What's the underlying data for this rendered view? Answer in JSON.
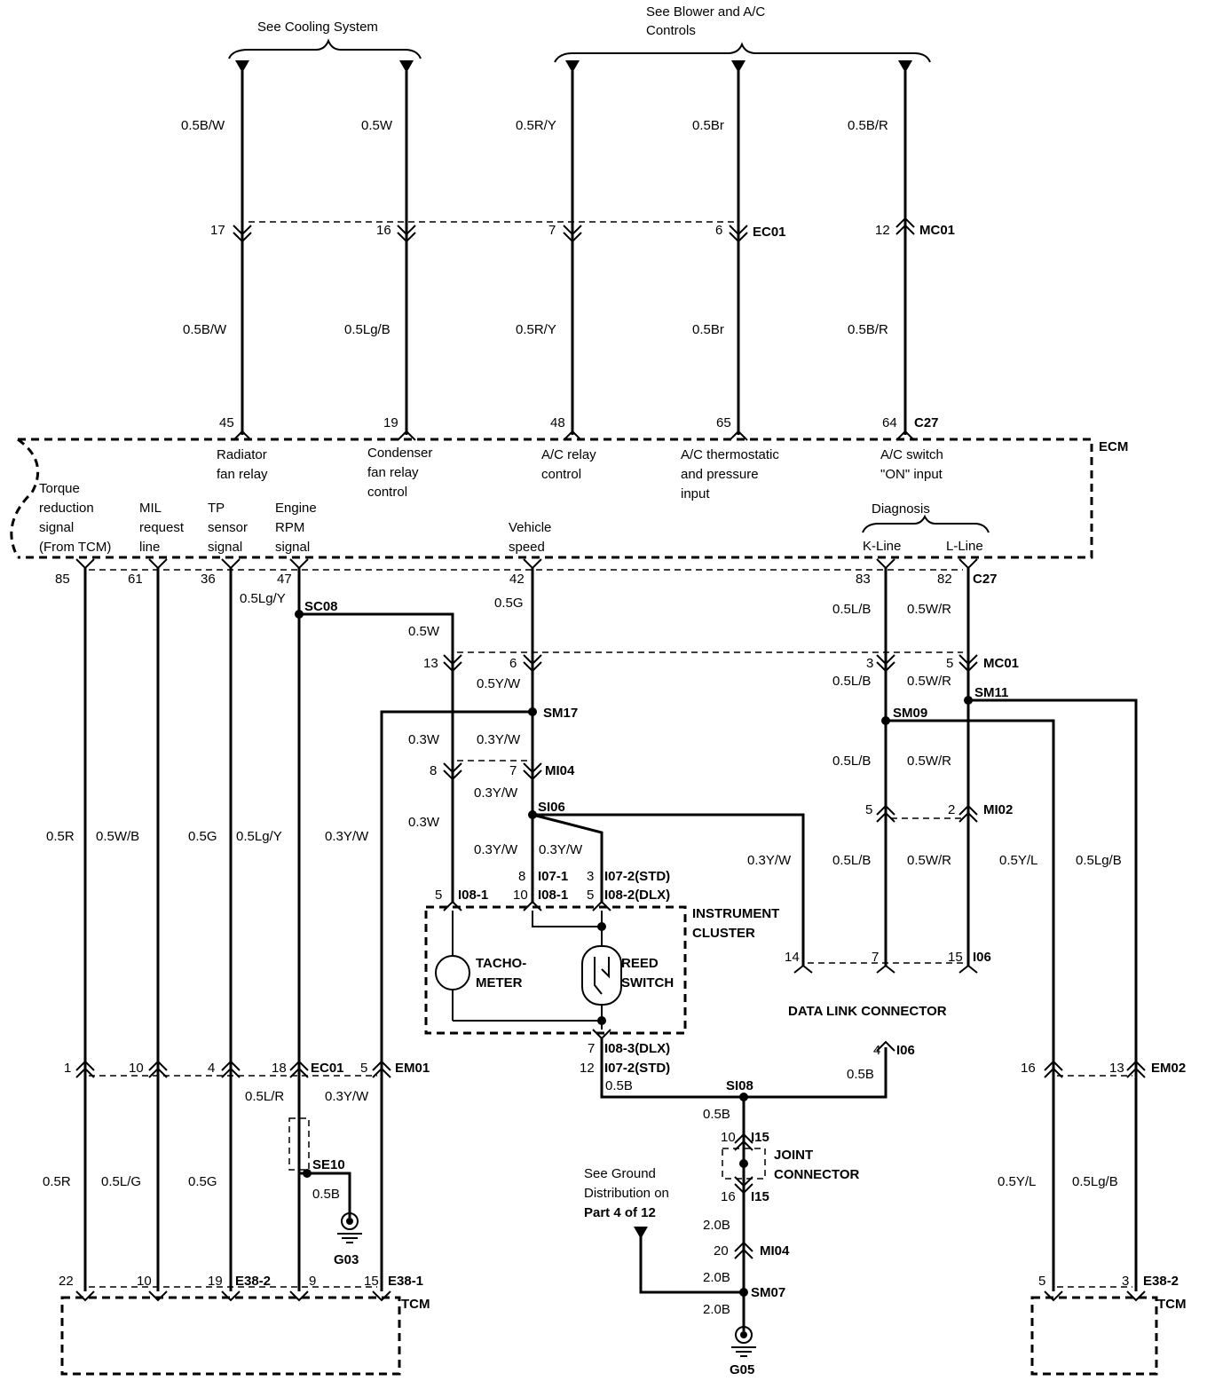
{
  "headers": {
    "cooling": "See Cooling System",
    "blower_1": "See Blower and A/C",
    "blower_2": "Controls"
  },
  "wires_top": {
    "w1_upper": "0.5B/W",
    "w1_lower": "0.5B/W",
    "w2_upper": "0.5W",
    "w2_lower": "0.5Lg/B",
    "w3_upper": "0.5R/Y",
    "w3_lower": "0.5R/Y",
    "w4_upper": "0.5Br",
    "w4_lower": "0.5Br",
    "w5_upper": "0.5B/R",
    "w5_lower": "0.5B/R"
  },
  "connectors": {
    "ec01": "EC01",
    "mc01": "MC01",
    "c27": "C27",
    "ecm": "ECM",
    "sc08": "SC08",
    "sm17": "SM17",
    "mi04": "MI04",
    "si06": "SI06",
    "sm09": "SM09",
    "sm11": "SM11",
    "mi02": "MI02",
    "i08_1": "I08-1",
    "i07_1": "I07-1",
    "i07_2_std": "I07-2(STD)",
    "i08_2_dlx": "I08-2(DLX)",
    "i06": "I06",
    "i08_3_dlx": "I08-3(DLX)",
    "si08": "SI08",
    "i15": "I15",
    "se10": "SE10",
    "sm07": "SM07",
    "g03": "G03",
    "g05": "G05",
    "em01": "EM01",
    "em02": "EM02",
    "e38_1": "E38-1",
    "e38_2": "E38-2",
    "tcm": "TCM"
  },
  "pins": {
    "p17": "17",
    "p16": "16",
    "p7": "7",
    "p6": "6",
    "p12": "12",
    "p45": "45",
    "p19": "19",
    "p48": "48",
    "p65": "65",
    "p64": "64",
    "p85": "85",
    "p61": "61",
    "p36": "36",
    "p47": "47",
    "p42": "42",
    "p83": "83",
    "p82": "82",
    "p13": "13",
    "p6b": "6",
    "p3": "3",
    "p5": "5",
    "p8": "8",
    "p7b": "7",
    "p5b": "5",
    "p2": "2",
    "p5c": "5",
    "p8b": "8",
    "p3b": "3",
    "p10": "10",
    "p5d": "5",
    "p14": "14",
    "p7c": "7",
    "p15": "15",
    "p7d": "7",
    "p12b": "12",
    "p4": "4",
    "p1": "1",
    "p10b": "10",
    "p4b": "4",
    "p18": "18",
    "p5e": "5",
    "p16b": "16",
    "p13b": "13",
    "p10c": "10",
    "p16c": "16",
    "p20": "20",
    "p22": "22",
    "p10d": "10",
    "p19b": "19",
    "p9": "9",
    "p15b": "15",
    "p5f": "5",
    "p3c": "3"
  },
  "ecm_labels": {
    "radiator_1": "Radiator",
    "radiator_2": "fan relay",
    "condenser_1": "Condenser",
    "condenser_2": "fan relay",
    "condenser_3": "control",
    "acrelay_1": "A/C relay",
    "acrelay_2": "control",
    "acthermo_1": "A/C thermostatic",
    "acthermo_2": "and pressure",
    "acthermo_3": "input",
    "acswitch_1": "A/C switch",
    "acswitch_2": "\"ON\" input",
    "torque_1": "Torque",
    "torque_2": "reduction",
    "torque_3": "signal",
    "torque_4": "(From TCM)",
    "mil_1": "MIL",
    "mil_2": "request",
    "mil_3": "line",
    "tp_1": "TP",
    "tp_2": "sensor",
    "tp_3": "signal",
    "rpm_1": "Engine",
    "rpm_2": "RPM",
    "rpm_3": "signal",
    "vs_1": "Vehicle",
    "vs_2": "speed",
    "diagnosis": "Diagnosis",
    "kline": "K-Line",
    "lline": "L-Line"
  },
  "wires_mid": {
    "lgy_047": "0.5Lg/Y",
    "g_042": "0.5G",
    "lb_083": "0.5L/B",
    "wr_082": "0.5W/R",
    "w_sc08": "0.5W",
    "yw_6": "0.5Y/W",
    "lb_3": "0.5L/B",
    "wr_5": "0.5W/R",
    "w_03a": "0.3W",
    "yw_03a": "0.3Y/W",
    "lb_mid": "0.5L/B",
    "wr_mid": "0.5W/R",
    "yw_03b": "0.3Y/W",
    "w_03b": "0.3W",
    "r_85": "0.5R",
    "wb_61": "0.5W/B",
    "g_36": "0.5G",
    "lgy_47b": "0.5Lg/Y",
    "yw_tcm": "0.3Y/W",
    "yw_si06a": "0.3Y/W",
    "yw_si06b": "0.3Y/W",
    "yw_dlc": "0.3Y/W",
    "lb_dlc": "0.5L/B",
    "wr_dlc": "0.5W/R",
    "yl_r": "0.5Y/L",
    "lgb_r": "0.5Lg/B"
  },
  "instrument": {
    "title_1": "INSTRUMENT",
    "title_2": "CLUSTER",
    "tacho_1": "TACHO-",
    "tacho_2": "METER",
    "reed_1": "REED",
    "reed_2": "SWITCH"
  },
  "dlc_title": "DATA LINK CONNECTOR",
  "wires_low": {
    "b_12": "0.5B",
    "b_4": "0.5B",
    "b_si08": "0.5B",
    "lr": "0.5L/R",
    "yw_em01": "0.3Y/W",
    "b_se10": "0.5B",
    "r_low": "0.5R",
    "lg_low": "0.5L/G",
    "g_low": "0.5G",
    "b20_a": "2.0B",
    "b20_b": "2.0B",
    "b20_c": "2.0B",
    "yl_low": "0.5Y/L",
    "lgb_low": "0.5Lg/B"
  },
  "joint": {
    "j1": "JOINT",
    "j2": "CONNECTOR"
  },
  "ground_note": {
    "g1": "See Ground",
    "g2": "Distribution on",
    "g3": "Part 4 of 12"
  }
}
